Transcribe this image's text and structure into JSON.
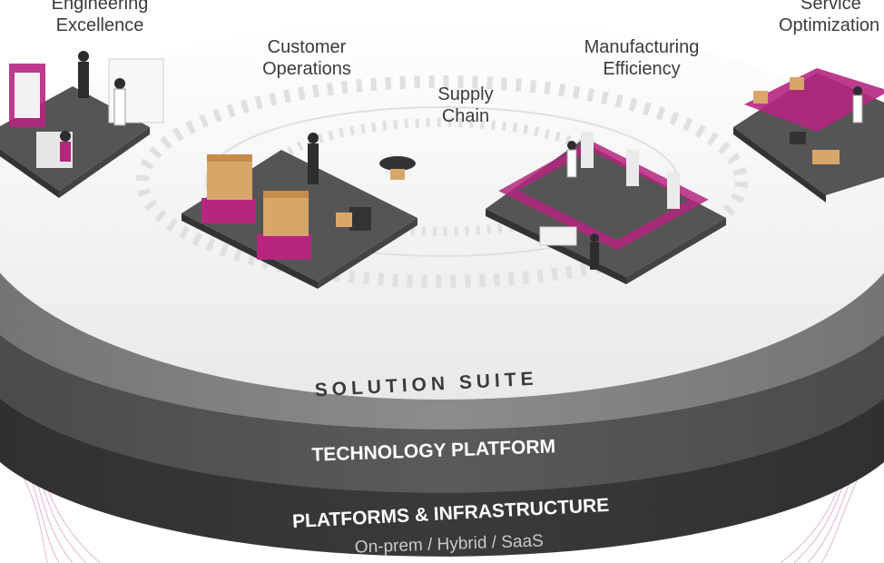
{
  "stations": {
    "engineering": {
      "line1": "Engineering",
      "line2": "Excellence",
      "icon": "engineering-workstation-icon"
    },
    "customer": {
      "line1": "Customer",
      "line2": "Operations",
      "icon": "warehouse-pallets-icon"
    },
    "supply": {
      "line1": "Supply",
      "line2": "Chain",
      "icon": "drone-icon"
    },
    "manufacturing": {
      "line1": "Manufacturing",
      "line2": "Efficiency",
      "icon": "robot-assembly-line-icon"
    },
    "service": {
      "line1": "Service",
      "line2": "Optimization",
      "icon": "conveyor-robots-icon"
    }
  },
  "layers": {
    "solution": "SOLUTION SUITE",
    "technology": "TECHNOLOGY PLATFORM",
    "platforms": "PLATFORMS & INFRASTRUCTURE",
    "deployment": "On-prem / Hybrid / SaaS"
  },
  "colors": {
    "accent": "#b5267f",
    "layer_top": "#f2f2f2",
    "layer_solution": "#cfcfcf",
    "layer_technology": "#8c8c8c",
    "layer_platforms": "#5a5a5a",
    "layer_base": "#3a3a3a"
  }
}
